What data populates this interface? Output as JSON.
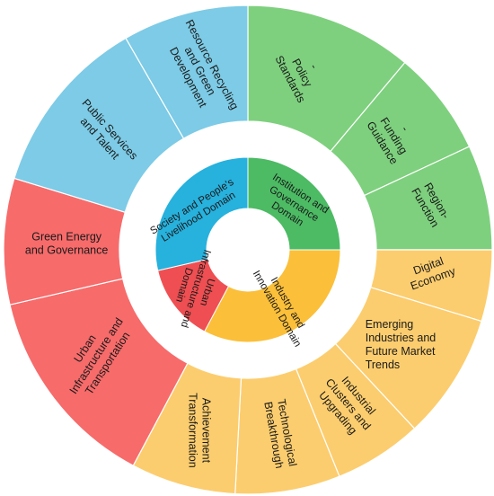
{
  "colors": {
    "institution": "#7ed07e",
    "industry": "#fccd6e",
    "urban": "#f76b6b",
    "society": "#7dcbe6",
    "inner_institution": "#4cbb64",
    "inner_industry": "#fbbf39",
    "inner_urban": "#ef4f52",
    "inner_society": "#27b1dd",
    "background": "#ffffff",
    "divider": "#ffffff"
  },
  "inner_domains": [
    {
      "id": "institution",
      "lines": [
        "Institution and",
        "Governance",
        "Domain"
      ]
    },
    {
      "id": "industry",
      "lines": [
        "Industry and",
        "Innovation Domain"
      ]
    },
    {
      "id": "urban",
      "lines": [
        "Urban",
        "Infrastructure and",
        "Domain"
      ]
    },
    {
      "id": "society",
      "lines": [
        "Society and People's",
        "Livelihood Domain"
      ]
    }
  ],
  "outer_segments": [
    {
      "domain": "institution",
      "lines": [
        "-",
        "Policy",
        "Standards"
      ]
    },
    {
      "domain": "institution",
      "lines": [
        "-",
        "Funding",
        "Guidance"
      ]
    },
    {
      "domain": "institution",
      "lines": [
        "Region-",
        "Function"
      ]
    },
    {
      "domain": "industry",
      "lines": [
        "Digital",
        "Economy"
      ]
    },
    {
      "domain": "industry",
      "lines": [
        "Emerging",
        "Industries and",
        "Future Market",
        "Trends"
      ]
    },
    {
      "domain": "industry",
      "lines": [
        "Industrial",
        "Clusters and",
        "Upgrading"
      ]
    },
    {
      "domain": "industry",
      "lines": [
        "Technological",
        "Breakthrough"
      ]
    },
    {
      "domain": "industry",
      "lines": [
        "Achievement",
        "Transformation"
      ]
    },
    {
      "domain": "urban",
      "lines": [
        "Urban",
        "Infrastructure and",
        "Transportation"
      ]
    },
    {
      "domain": "urban",
      "lines": [
        "Green Energy",
        "and Governance"
      ]
    },
    {
      "domain": "society",
      "lines": [
        "Public Services",
        "and Talent"
      ]
    },
    {
      "domain": "society",
      "lines": [
        "Resource Recycling",
        "and Green",
        "Development"
      ]
    }
  ]
}
